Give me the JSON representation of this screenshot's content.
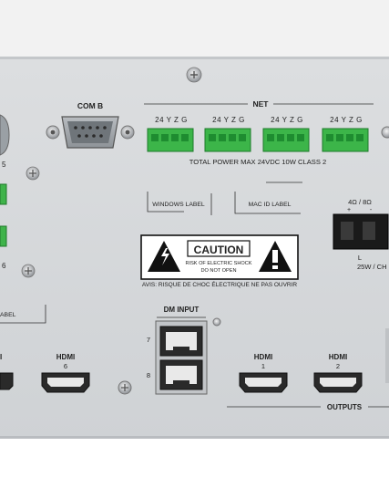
{
  "panel": {
    "com_b": "COM B",
    "net": "NET",
    "terminal_labels": [
      "24 Y Z G",
      "24 Y Z G",
      "24 Y Z G",
      "24 Y Z G"
    ],
    "total_power": "TOTAL POWER MAX 24VDC 10W CLASS 2",
    "windows_label": "WINDOWS LABEL",
    "mac_id_label": "MAC ID LABEL",
    "left_label_fragment": "ABEL",
    "left_num_5": "5",
    "left_num_6": "6",
    "speaker_impedance": "4Ω / 8Ω",
    "speaker_plus": "+",
    "speaker_minus": "-",
    "speaker_l": "L",
    "speaker_power": "25W / CH",
    "caution": {
      "title": "CAUTION",
      "line1": "RISK OF ELECTRIC SHOCK",
      "line2": "DO NOT OPEN",
      "french": "AVIS: RISQUE DE CHOC ÉLECTRIQUE NE PAS OUVRIR"
    },
    "dm_input": "DM INPUT",
    "dm_port_7": "7",
    "dm_port_8": "8",
    "hdmi_inputs": [
      {
        "label": "HDMI",
        "num": "6"
      }
    ],
    "hdmi_left_fragment": "I",
    "hdmi_outputs": [
      {
        "label": "HDMI",
        "num": "1"
      },
      {
        "label": "HDMI",
        "num": "2"
      }
    ],
    "outputs": "OUTPUTS"
  }
}
